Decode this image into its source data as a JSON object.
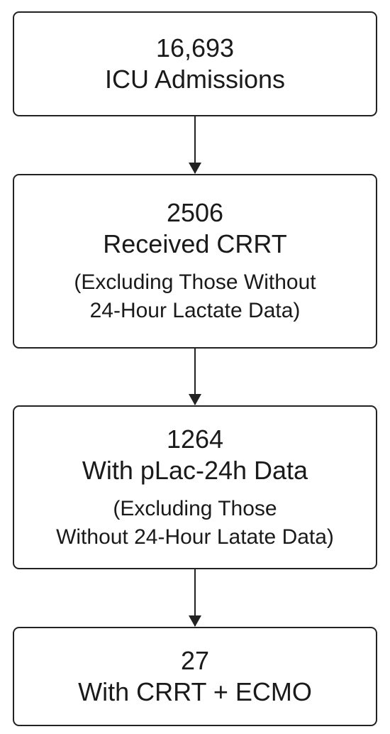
{
  "flowchart": {
    "steps": [
      {
        "count": "16,693",
        "label": "ICU Admissions"
      },
      {
        "count": "2506",
        "label": "Received CRRT",
        "note_line1": "(Excluding Those Without",
        "note_line2": "24-Hour Lactate Data)"
      },
      {
        "count": "1264",
        "label": "With pLac-24h Data",
        "note_line1": "(Excluding Those",
        "note_line2": "Without 24-Hour Latate Data)"
      },
      {
        "count": "27",
        "label": "With CRRT + ECMO"
      }
    ]
  },
  "colors": {
    "border": "#222222",
    "text": "#1a1a1a",
    "background": "#ffffff"
  }
}
